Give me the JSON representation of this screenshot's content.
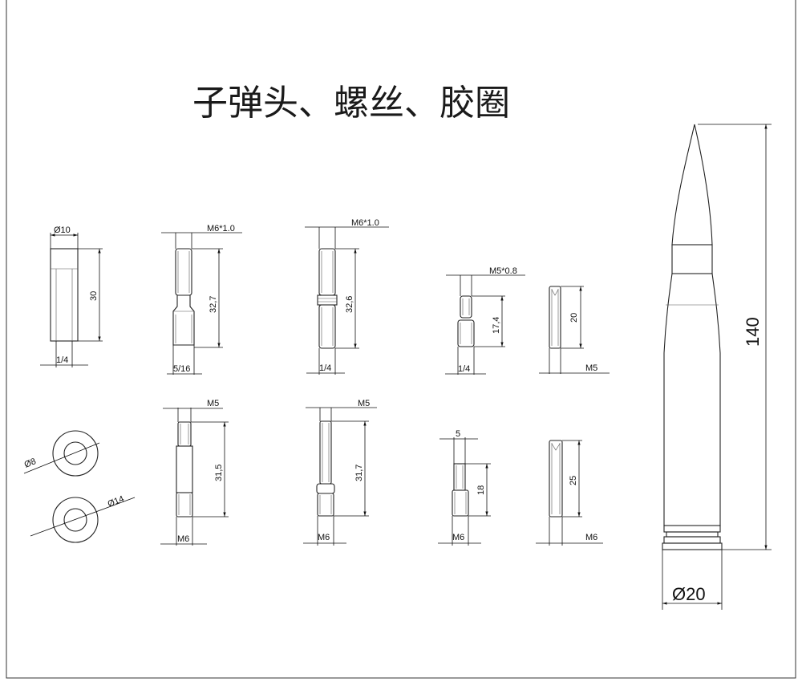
{
  "title": "子弹头、螺丝、胶圈",
  "labels": {
    "p1_dia": "Ø10",
    "p1_len": "30",
    "p1_thread": "1/4",
    "p2_spec": "M6*1.0",
    "p2_len": "32,7",
    "p2_thread": "5/16",
    "p3_spec": "M6*1.0",
    "p3_len": "32,6",
    "p3_thread": "1/4",
    "p4_spec": "M5*0.8",
    "p4_len": "17,4",
    "p4_thread": "1/4",
    "p5_len": "20",
    "p5_thread": "M5",
    "ring1_dia": "Ø8",
    "ring2_dia": "Ø14",
    "p6_spec": "M5",
    "p6_len": "31,5",
    "p6_thread": "M6",
    "p7_spec": "M5",
    "p7_len": "31,7",
    "p7_thread": "M6",
    "p8_spec": "5",
    "p8_len": "18",
    "p8_thread": "M6",
    "p9_len": "25",
    "p9_thread": "M6",
    "bullet_len": "140",
    "bullet_dia": "Ø20"
  }
}
